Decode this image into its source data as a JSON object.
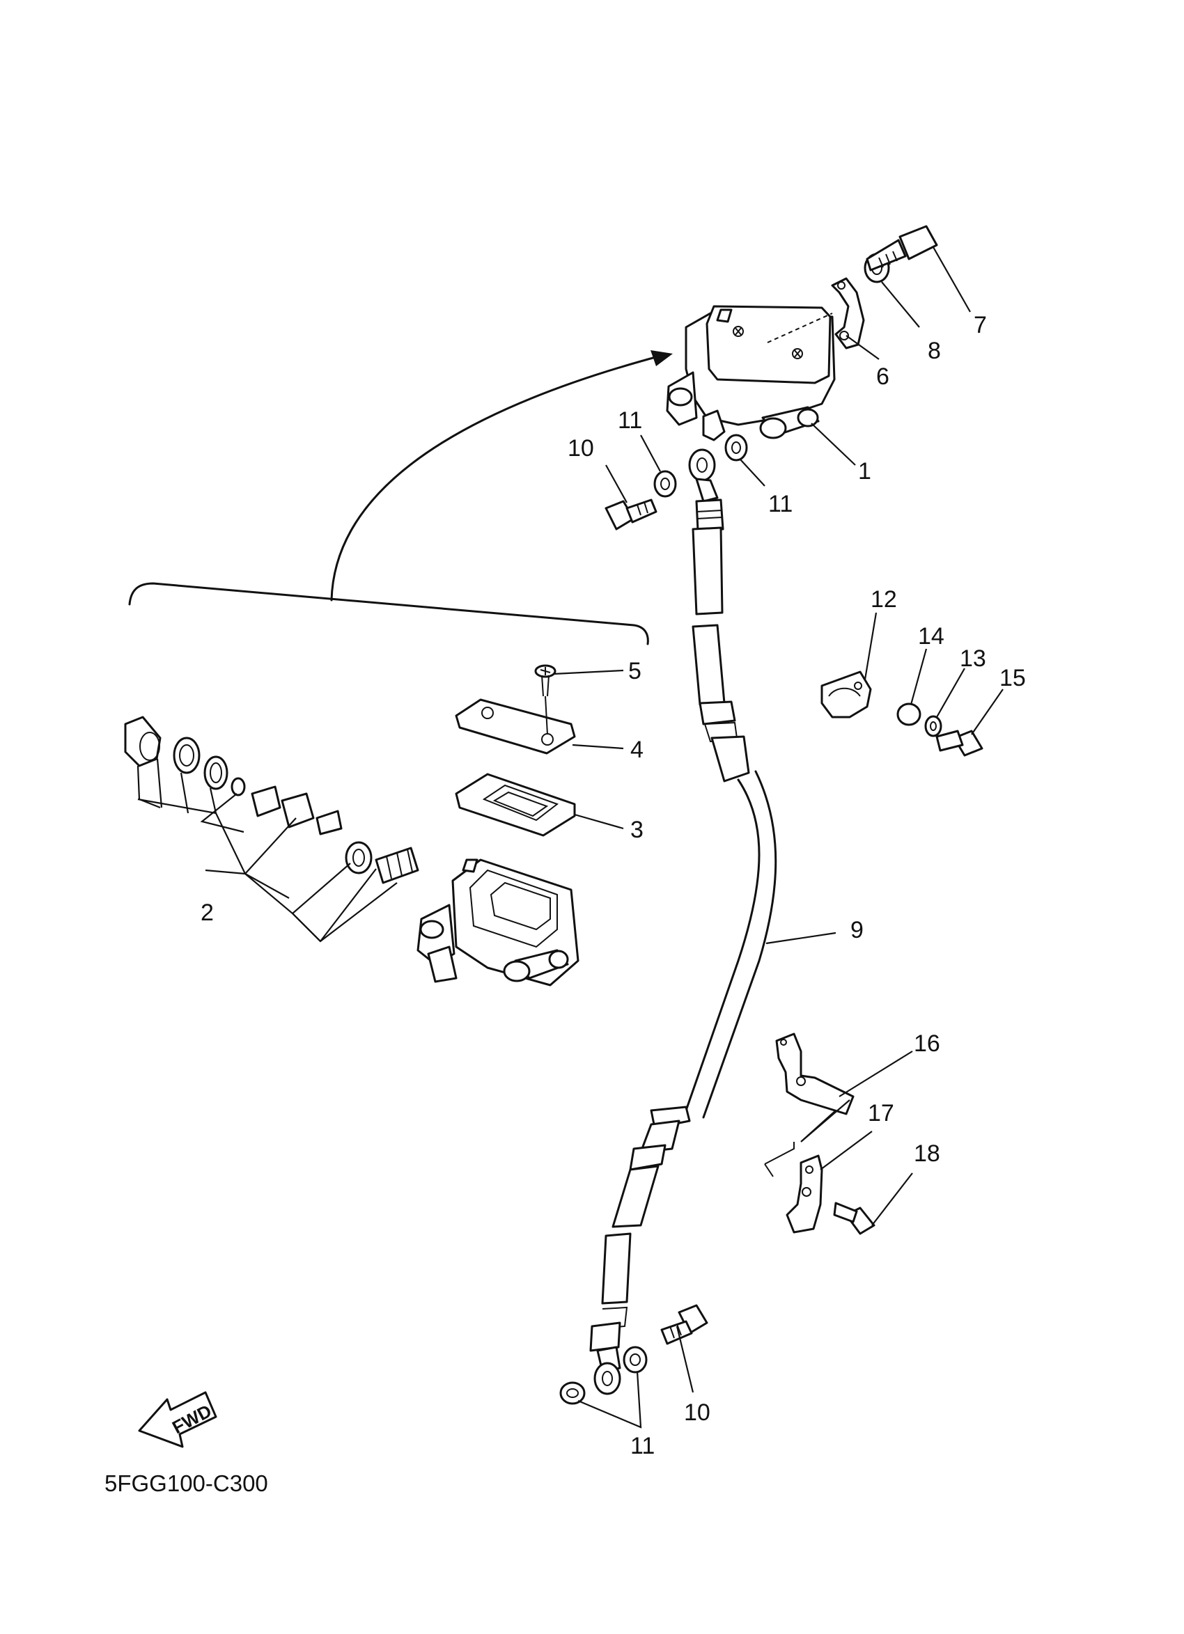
{
  "diagram_code": "5FGG100-C300",
  "fwd_label": "FWD",
  "callouts": {
    "c1": "1",
    "c2": "2",
    "c3": "3",
    "c4": "4",
    "c5": "5",
    "c6": "6",
    "c7": "7",
    "c8": "8",
    "c9": "9",
    "c10a": "10",
    "c10b": "10",
    "c11a": "11",
    "c11b": "11",
    "c11c": "11",
    "c12": "12",
    "c13": "13",
    "c14": "14",
    "c15": "15",
    "c16": "16",
    "c17": "17",
    "c18": "18"
  }
}
